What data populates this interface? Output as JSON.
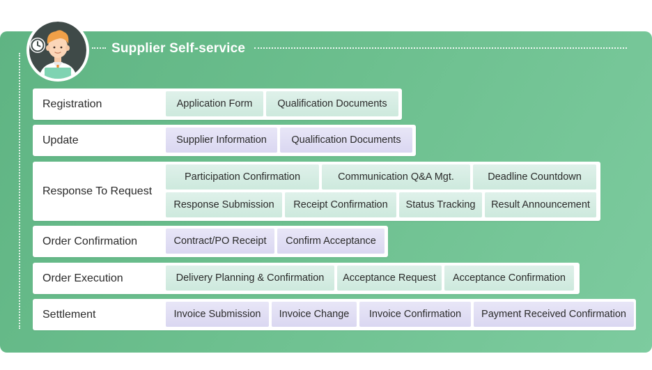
{
  "title": "Supplier Self-service",
  "colors": {
    "panel": "#6cbf8e",
    "chip_green": "#d6eee3",
    "chip_purple": "#e0ddf4"
  },
  "avatar_icon": "person-with-clock-icon",
  "rows": [
    {
      "label": "Registration",
      "chips": [
        "Application Form",
        "Qualification Documents"
      ],
      "tone": "green"
    },
    {
      "label": "Update",
      "chips": [
        "Supplier Information",
        "Qualification Documents"
      ],
      "tone": "purple"
    },
    {
      "label": "Response To Request",
      "chips": [
        "Participation Confirmation",
        "Communication Q&A Mgt.",
        "Deadline Countdown",
        "Response Submission",
        "Receipt Confirmation",
        "Status Tracking",
        "Result Announcement"
      ],
      "tone": "green"
    },
    {
      "label": "Order Confirmation",
      "chips": [
        "Contract/PO Receipt",
        "Confirm Acceptance"
      ],
      "tone": "purple"
    },
    {
      "label": "Order Execution",
      "chips": [
        "Delivery Planning & Confirmation",
        "Acceptance Request",
        "Acceptance Confirmation"
      ],
      "tone": "green"
    },
    {
      "label": "Settlement",
      "chips": [
        "Invoice Submission",
        "Invoice Change",
        "Invoice Confirmation",
        "Payment Received Confirmation"
      ],
      "tone": "purple"
    }
  ]
}
